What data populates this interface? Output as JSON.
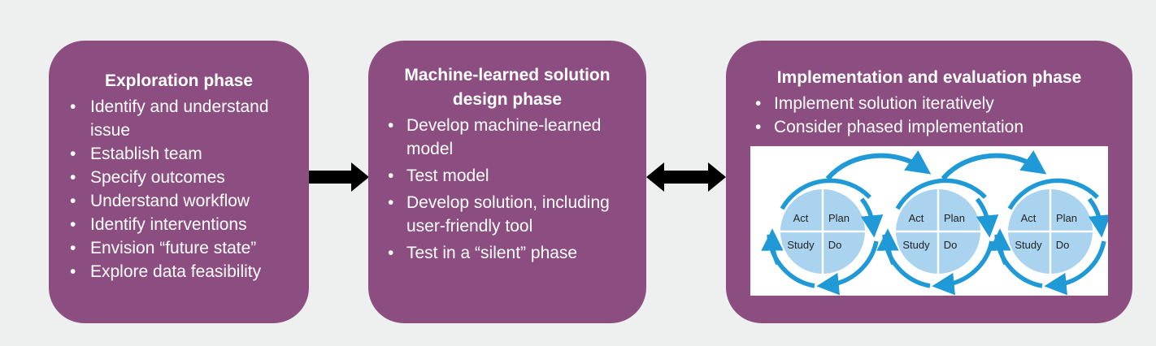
{
  "phases": [
    {
      "title": "Exploration phase",
      "items": [
        "Identify and understand issue",
        "Establish team",
        "Specify outcomes",
        "Understand workflow",
        "Identify interventions",
        "Envision “future state”",
        "Explore data feasibility"
      ]
    },
    {
      "title": "Machine-learned solution design phase",
      "items": [
        "Develop machine-learned model",
        "Test model",
        "Develop solution, including user-friendly tool",
        "Test in a “silent” phase"
      ]
    },
    {
      "title": "Implementation and evaluation phase",
      "items": [
        "Implement solution iteratively",
        "Consider phased implementation"
      ]
    }
  ],
  "pdsa": {
    "labels": {
      "act": "Act",
      "plan": "Plan",
      "study": "Study",
      "do": "Do"
    },
    "cycles": 3
  },
  "colors": {
    "box": "#8c4e80",
    "background": "#eef0ef",
    "circle": "#a9d3ee",
    "arrow_blue": "#1f9ad6"
  }
}
